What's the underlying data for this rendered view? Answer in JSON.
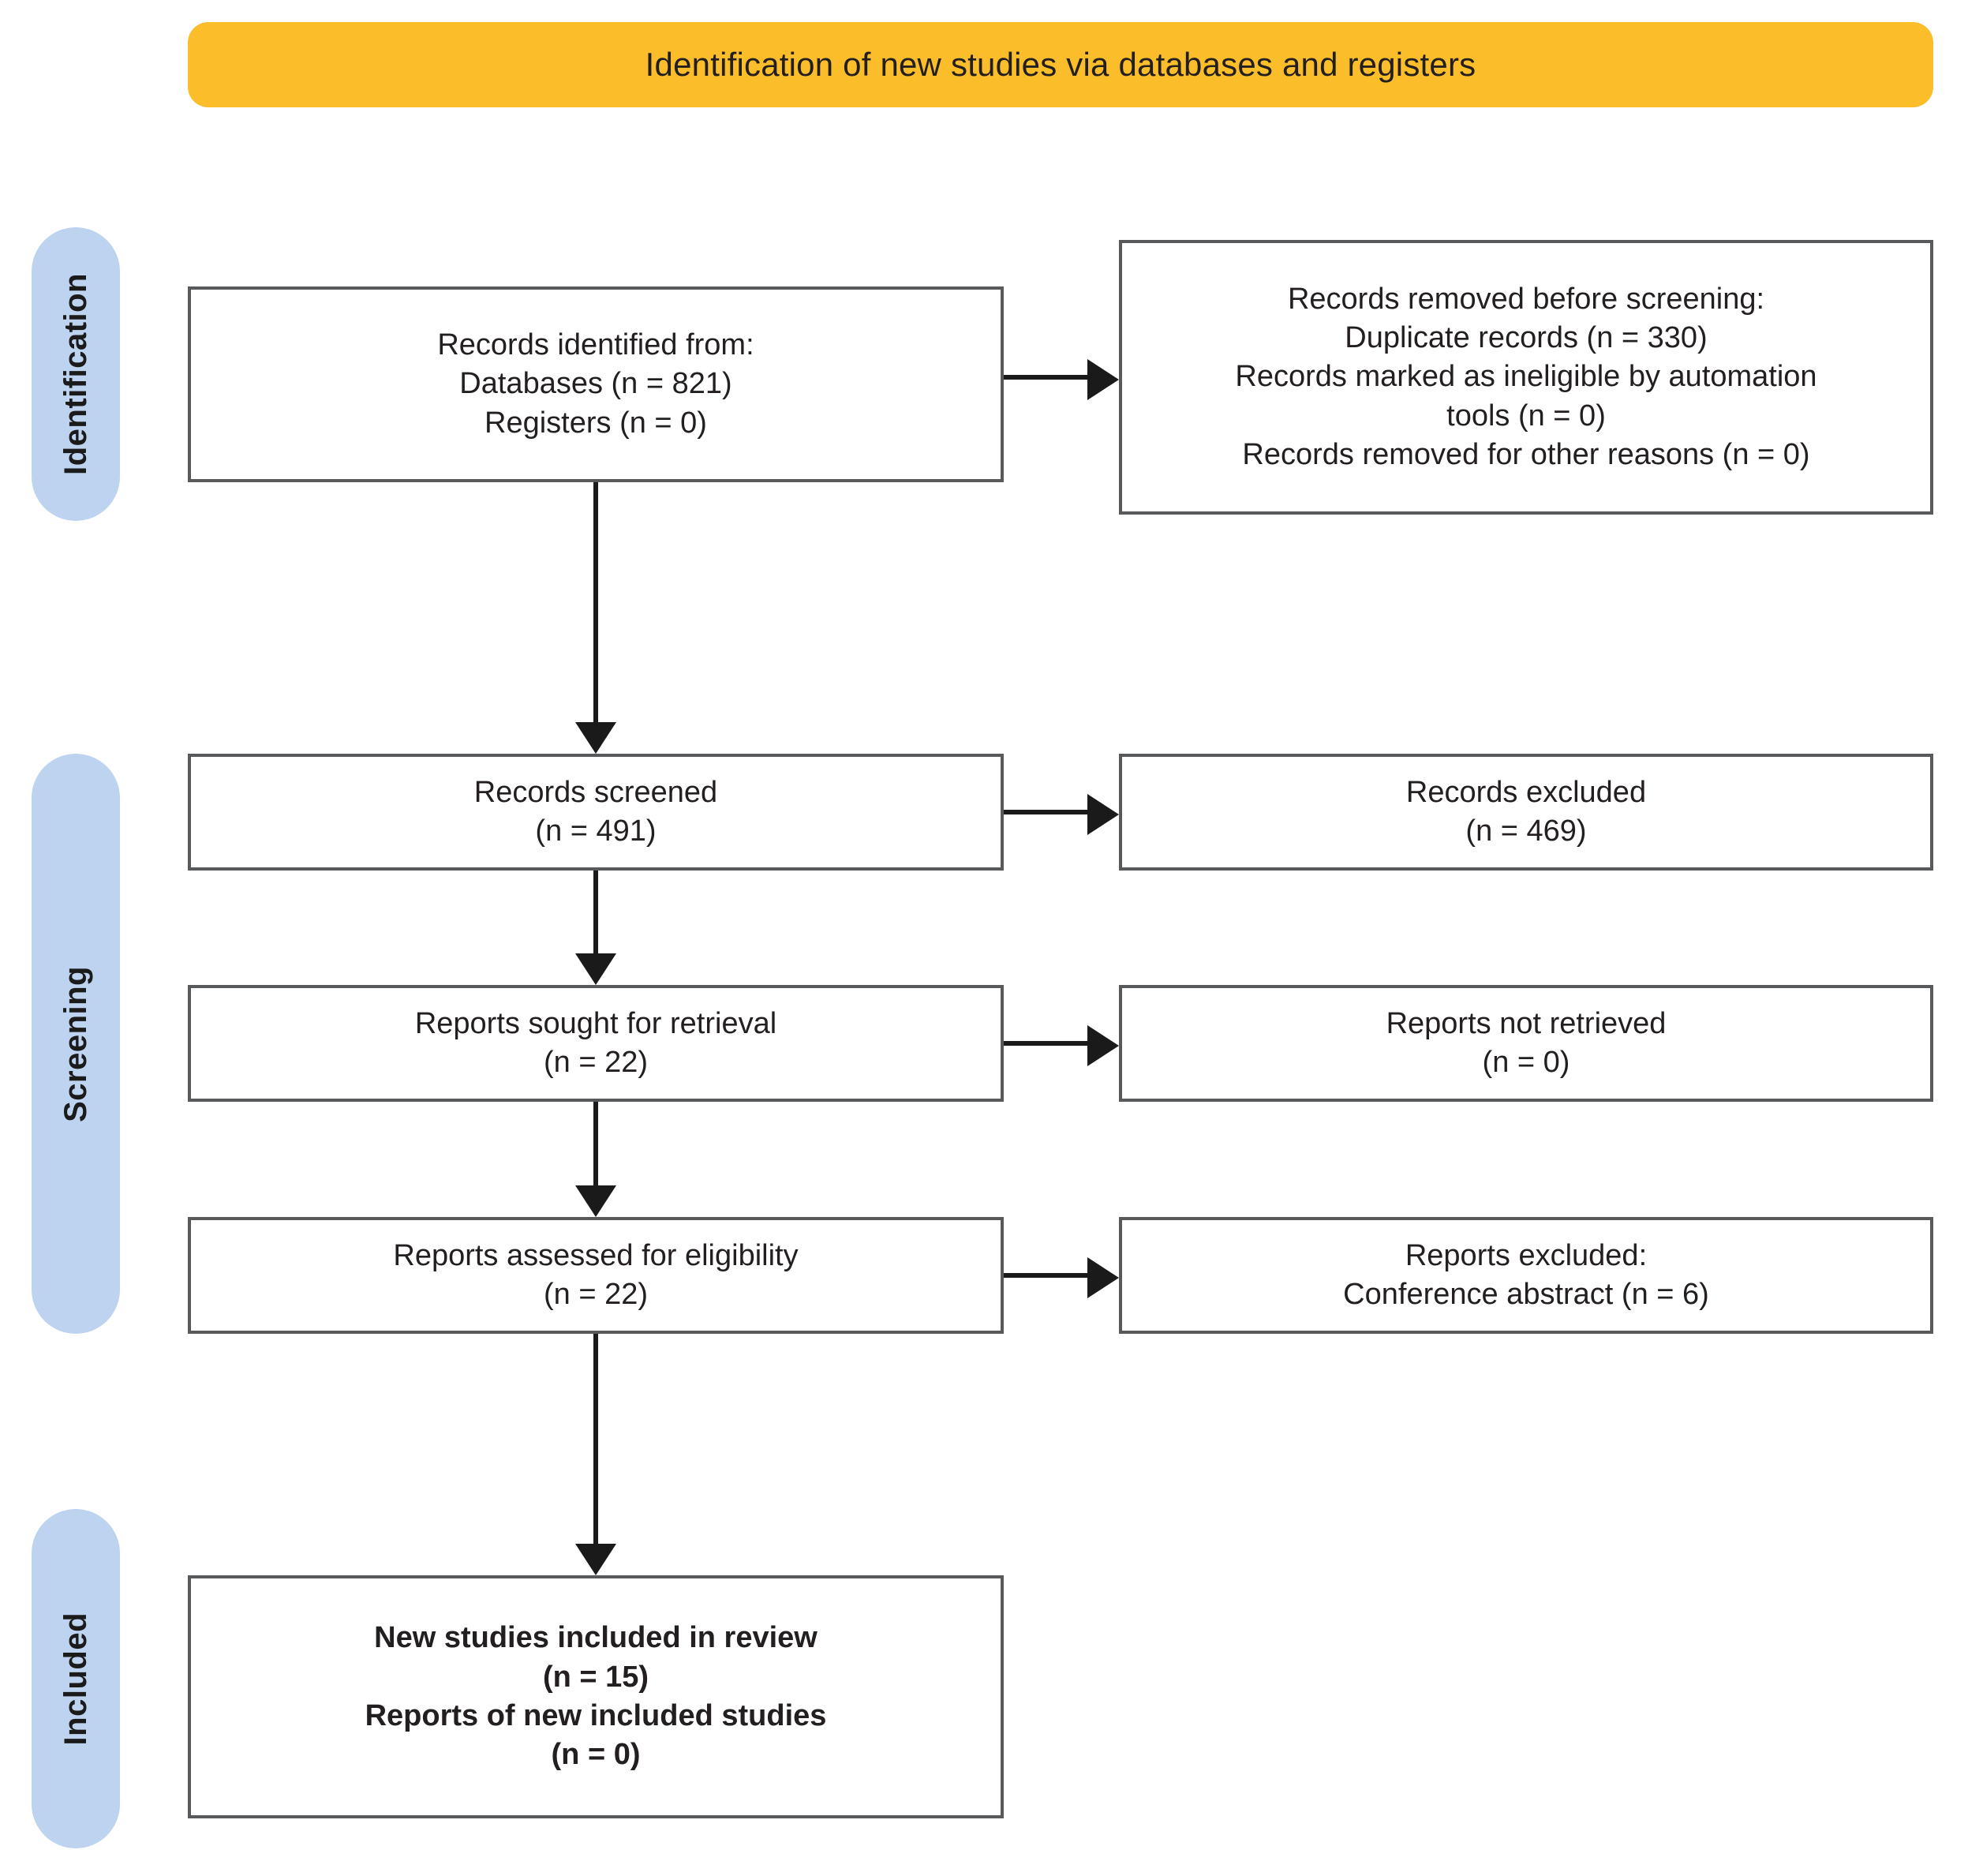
{
  "header": {
    "title": "Identification of new studies via databases and registers",
    "color": "#FBBE2A"
  },
  "stages": {
    "color": "#BDD3EF",
    "identification": "Identification",
    "screening": "Screening",
    "included": "Included"
  },
  "boxes": {
    "identified": {
      "line1": "Records identified from:",
      "line2": "Databases (n = 821)",
      "line3": "Registers (n = 0)"
    },
    "removed": {
      "line1": "Records removed before screening:",
      "line2": "Duplicate records (n = 330)",
      "line3": "Records marked as ineligible by automation",
      "line4": "tools (n = 0)",
      "line5": "Records removed for other reasons (n = 0)"
    },
    "screened": {
      "line1": "Records screened",
      "line2": "(n = 491)"
    },
    "excluded": {
      "line1": "Records excluded",
      "line2": "(n = 469)"
    },
    "sought": {
      "line1": "Reports sought for retrieval",
      "line2": "(n = 22)"
    },
    "not_retrieved": {
      "line1": "Reports not retrieved",
      "line2": "(n = 0)"
    },
    "assessed": {
      "line1": "Reports assessed for eligibility",
      "line2": "(n = 22)"
    },
    "reports_excluded": {
      "line1": "Reports excluded:",
      "line2": "Conference abstract (n = 6)"
    },
    "included": {
      "line1": "New studies included in review",
      "line2": "(n = 15)",
      "line3": "Reports of new included studies",
      "line4": "(n = 0)"
    }
  }
}
